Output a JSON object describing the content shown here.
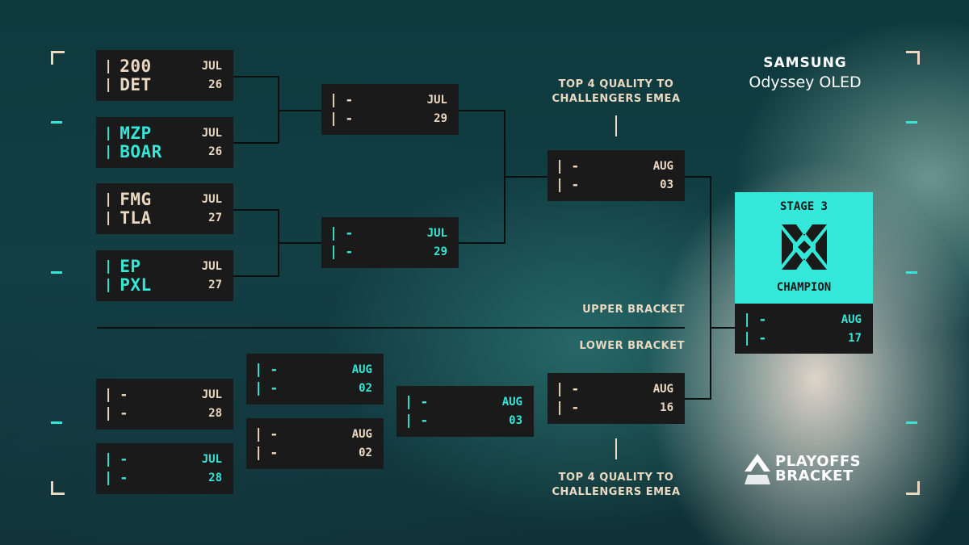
{
  "brand": {
    "sponsor_name": "SAMSUNG",
    "sponsor_product": "Odyssey OLED",
    "event_logo_line1": "PLAYOFFS",
    "event_logo_line2": "BRACKET"
  },
  "labels": {
    "upper_bracket": "UPPER BRACKET",
    "lower_bracket": "LOWER BRACKET",
    "qualify_top_line1": "TOP 4 QUALITY TO",
    "qualify_top_line2": "CHALLENGERS EMEA",
    "qualify_bottom_line1": "TOP 4 QUALITY TO",
    "qualify_bottom_line2": "CHALLENGERS EMEA",
    "champion_stage": "STAGE 3",
    "champion_label": "CHAMPION"
  },
  "colors": {
    "cream": "#ead8c1",
    "cyan": "#35e6d6",
    "box": "#1b1a1a",
    "champion_bg": "#33e8d8"
  },
  "matches": {
    "ub_r1_m1": {
      "team1": "200",
      "team2": "DET",
      "month": "JUL",
      "day": "26"
    },
    "ub_r1_m2": {
      "team1": "MZP",
      "team2": "BOAR",
      "month": "JUL",
      "day": "26"
    },
    "ub_r1_m3": {
      "team1": "FMG",
      "team2": "TLA",
      "month": "JUL",
      "day": "27"
    },
    "ub_r1_m4": {
      "team1": "EP",
      "team2": "PXL",
      "month": "JUL",
      "day": "27"
    },
    "ub_r2_m1": {
      "team1": "-",
      "team2": "-",
      "month": "JUL",
      "day": "29"
    },
    "ub_r2_m2": {
      "team1": "-",
      "team2": "-",
      "month": "JUL",
      "day": "29"
    },
    "ub_final": {
      "team1": "-",
      "team2": "-",
      "month": "AUG",
      "day": "03"
    },
    "lb_r1_m1": {
      "team1": "-",
      "team2": "-",
      "month": "JUL",
      "day": "28"
    },
    "lb_r1_m2": {
      "team1": "-",
      "team2": "-",
      "month": "JUL",
      "day": "28"
    },
    "lb_r2_m1": {
      "team1": "-",
      "team2": "-",
      "month": "AUG",
      "day": "02"
    },
    "lb_r2_m2": {
      "team1": "-",
      "team2": "-",
      "month": "AUG",
      "day": "02"
    },
    "lb_r3": {
      "team1": "-",
      "team2": "-",
      "month": "AUG",
      "day": "03"
    },
    "lb_final": {
      "team1": "-",
      "team2": "-",
      "month": "AUG",
      "day": "16"
    },
    "grand_final": {
      "team1": "-",
      "team2": "-",
      "month": "AUG",
      "day": "17"
    }
  }
}
